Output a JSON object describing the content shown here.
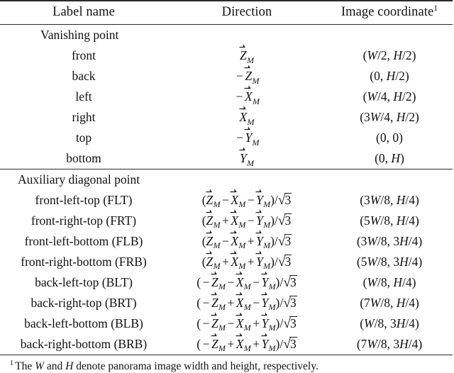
{
  "table": {
    "headers": {
      "label": "Label name",
      "direction": "Direction",
      "coordinate": "Image coordinate",
      "coordinate_sup": "1"
    },
    "sections": [
      {
        "title": "Vanishing point",
        "rows": [
          {
            "label": "front",
            "direction_text": "Z⃗_M",
            "coordinate_text": "(W/2, H/2)"
          },
          {
            "label": "back",
            "direction_text": "−Z⃗_M",
            "coordinate_text": "(0, H/2)"
          },
          {
            "label": "left",
            "direction_text": "−X⃗_M",
            "coordinate_text": "(W/4, H/2)"
          },
          {
            "label": "right",
            "direction_text": "X⃗_M",
            "coordinate_text": "(3W/4, H/2)"
          },
          {
            "label": "top",
            "direction_text": "−Y⃗_M",
            "coordinate_text": "(0, 0)"
          },
          {
            "label": "bottom",
            "direction_text": "Y⃗_M",
            "coordinate_text": "(0, H)"
          }
        ]
      },
      {
        "title": "Auxiliary diagonal point",
        "rows": [
          {
            "label": "front-left-top (FLT)",
            "direction_text": "(Z⃗_M − X⃗_M − Y⃗_M)/√3",
            "coordinate_text": "(3W/8, H/4)"
          },
          {
            "label": "front-right-top (FRT)",
            "direction_text": "(Z⃗_M + X⃗_M − Y⃗_M)/√3",
            "coordinate_text": "(5W/8, H/4)"
          },
          {
            "label": "front-left-bottom (FLB)",
            "direction_text": "(Z⃗_M − X⃗_M + Y⃗_M)/√3",
            "coordinate_text": "(3W/8, 3H/4)"
          },
          {
            "label": "front-right-bottom (FRB)",
            "direction_text": "(Z⃗_M + X⃗_M + Y⃗_M)/√3",
            "coordinate_text": "(5W/8, 3H/4)"
          },
          {
            "label": "back-left-top (BLT)",
            "direction_text": "(−Z⃗_M − X⃗_M − Y⃗_M)/√3",
            "coordinate_text": "(W/8, H/4)"
          },
          {
            "label": "back-right-top (BRT)",
            "direction_text": "(−Z⃗_M + X⃗_M − Y⃗_M)/√3",
            "coordinate_text": "(7W/8, H/4)"
          },
          {
            "label": "back-left-bottom (BLB)",
            "direction_text": "(−Z⃗_M − X⃗_M + Y⃗_M)/√3",
            "coordinate_text": "(W/8, 3H/4)"
          },
          {
            "label": "back-right-bottom (BRB)",
            "direction_text": "(−Z⃗_M + X⃗_M + Y⃗_M)/√3",
            "coordinate_text": "(7W/8, 3H/4)"
          }
        ]
      }
    ],
    "footnote": {
      "mark": "1",
      "part1": "The ",
      "var1": "W",
      "part2": " and ",
      "var2": "H",
      "part3": " denote panorama image width and height, respectively."
    }
  },
  "colors": {
    "text": "#121212",
    "rule": "#2a2a2a",
    "background": "#ffffff"
  }
}
